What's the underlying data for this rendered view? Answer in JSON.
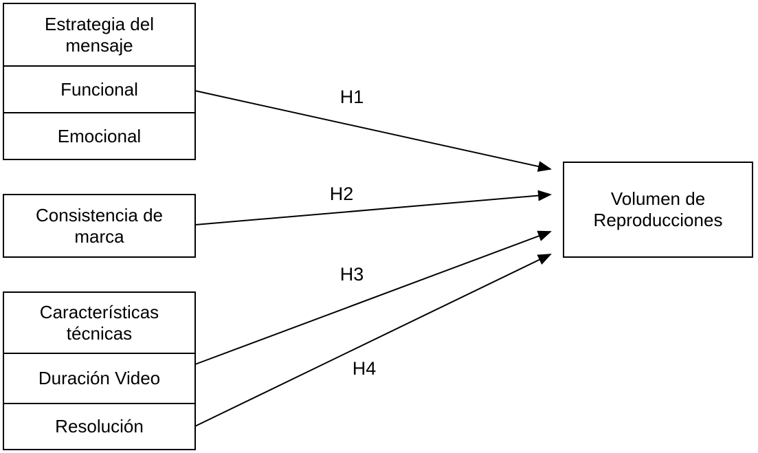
{
  "diagram": {
    "background_color": "#ffffff",
    "line_color": "#000000",
    "predictor_groups": [
      {
        "name": "estrategia-del-mensaje",
        "rows": [
          {
            "label": "Estrategia del mensaje"
          },
          {
            "label": "Funcional"
          },
          {
            "label": "Emocional"
          }
        ]
      },
      {
        "name": "consistencia-de-marca",
        "rows": [
          {
            "label": "Consistencia de marca"
          }
        ]
      },
      {
        "name": "caracteristicas-tecnicas",
        "rows": [
          {
            "label": "Características técnicas"
          },
          {
            "label": "Duración Video"
          },
          {
            "label": "Resolución"
          }
        ]
      }
    ],
    "outcome": {
      "label": "Volumen de Reproducciones"
    },
    "hypotheses": [
      {
        "label": "H1",
        "from": "Funcional",
        "to": "Volumen de Reproducciones"
      },
      {
        "label": "H2",
        "from": "Consistencia de marca",
        "to": "Volumen de Reproducciones"
      },
      {
        "label": "H3",
        "from": "Duración Video",
        "to": "Volumen de Reproducciones"
      },
      {
        "label": "H4",
        "from": "Resolución",
        "to": "Volumen de Reproducciones"
      }
    ]
  }
}
